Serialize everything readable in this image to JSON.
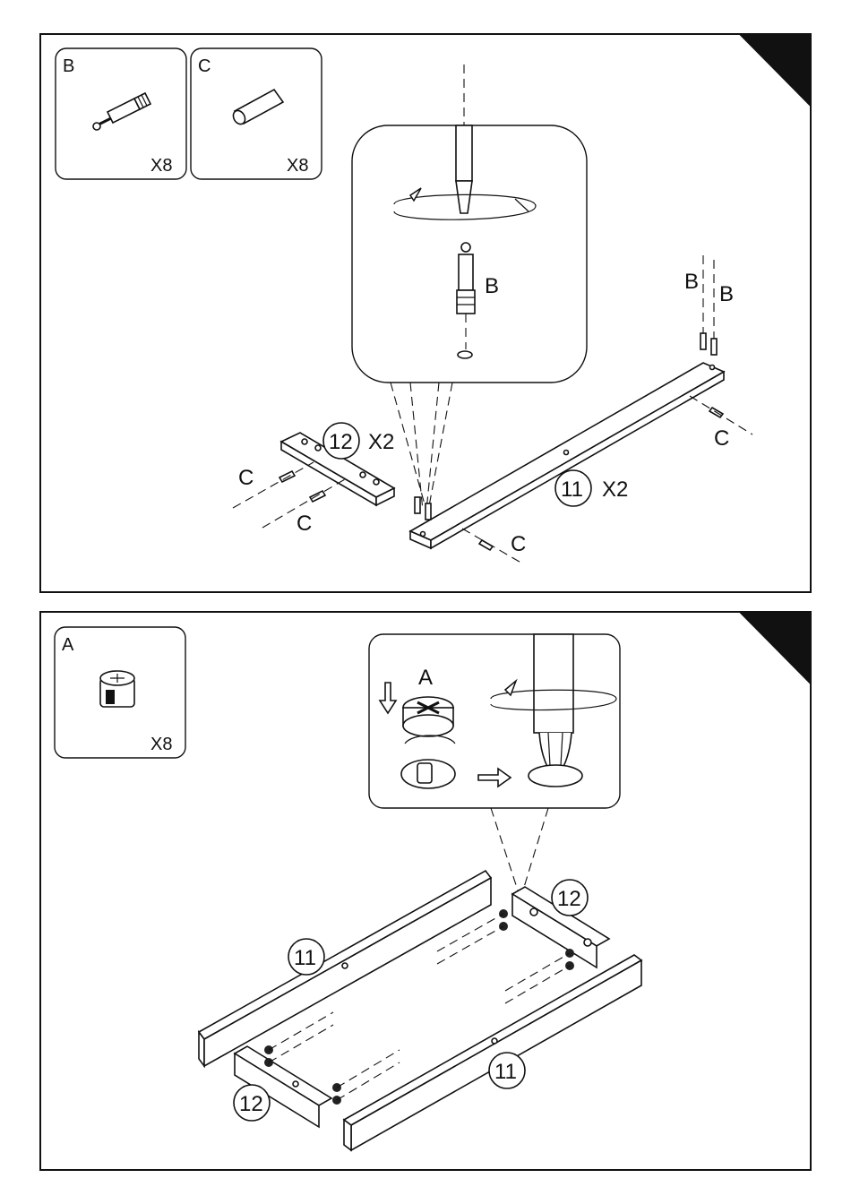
{
  "step1": {
    "parts": [
      {
        "letter": "B",
        "qty": "X8"
      },
      {
        "letter": "C",
        "qty": "X8"
      }
    ],
    "detail_label": "B",
    "labels": {
      "b_left": "B",
      "b_right": "B",
      "c_top_right": "C",
      "c_bottom_right": "C",
      "c_left_upper": "C",
      "c_left_lower": "C"
    },
    "panel12": {
      "num": "12",
      "qty": "X2"
    },
    "panel11": {
      "num": "11",
      "qty": "X2"
    }
  },
  "step2": {
    "part": {
      "letter": "A",
      "qty": "X8"
    },
    "detail_label": "A",
    "callouts": {
      "left_rail": "11",
      "right_rail": "11",
      "top_end": "12",
      "bottom_end": "12"
    }
  }
}
